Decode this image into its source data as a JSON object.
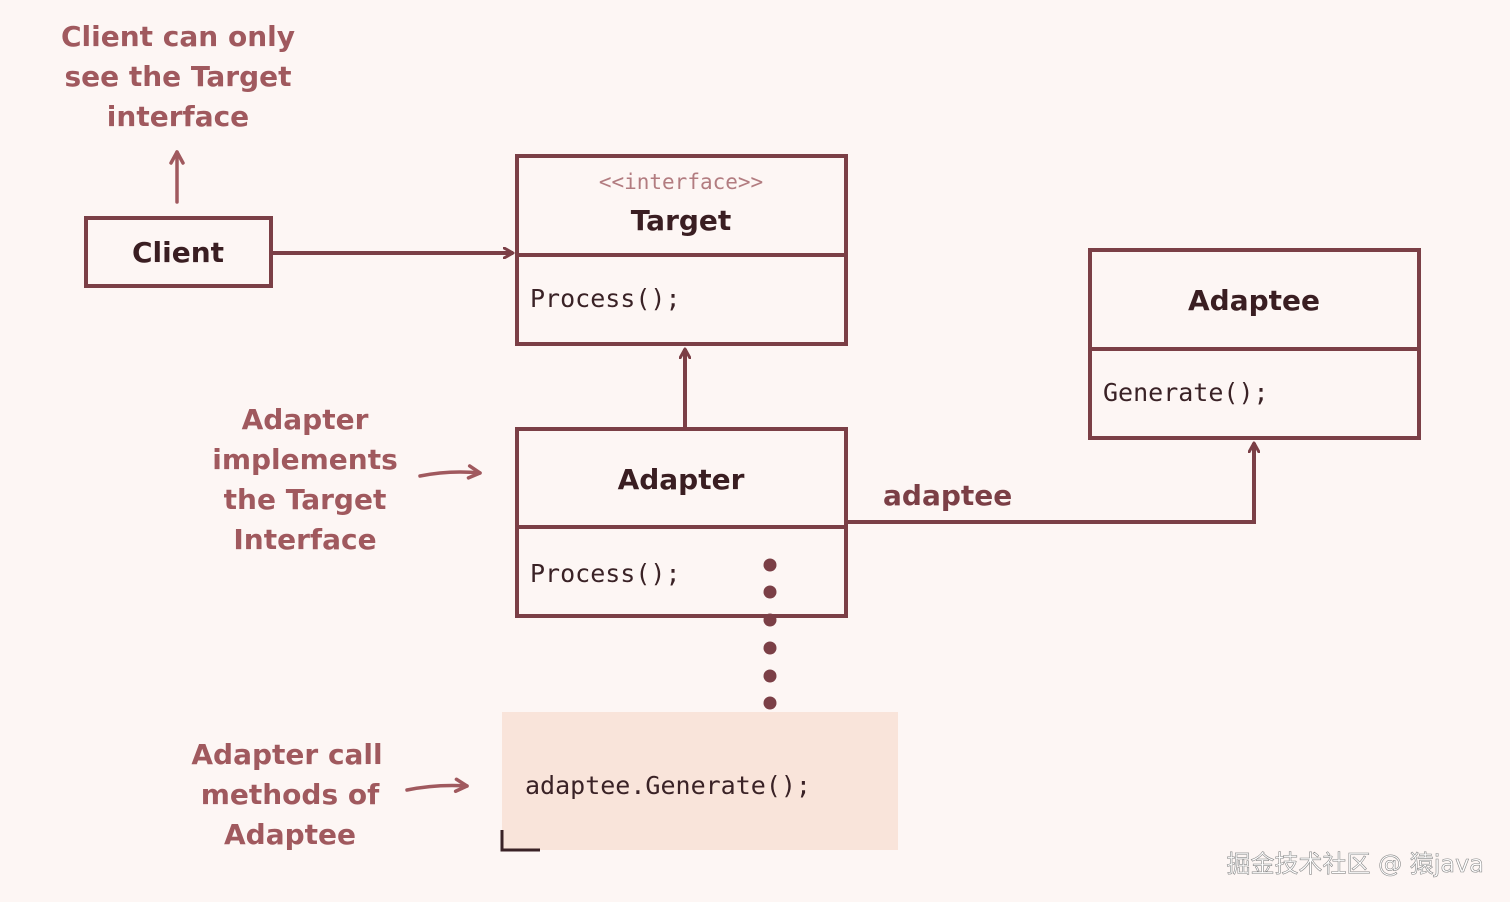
{
  "notes": {
    "client_visibility": [
      "Client can only",
      "see the Target",
      "interface"
    ],
    "adapter_implements": [
      "Adapter",
      "implements",
      "the Target",
      "Interface"
    ],
    "adapter_calls": [
      "Adapter call",
      "methods of",
      "Adaptee"
    ]
  },
  "boxes": {
    "client": {
      "title": "Client"
    },
    "target": {
      "stereotype": "<<interface>>",
      "title": "Target",
      "method": "Process();"
    },
    "adapter": {
      "title": "Adapter",
      "method": "Process();"
    },
    "adaptee": {
      "title": "Adaptee",
      "method": "Generate();"
    }
  },
  "edges": {
    "adapter_to_adaptee_label": "adaptee"
  },
  "code_note": {
    "text": "adaptee.Generate();"
  },
  "watermark": "掘金技术社区 @ 猿java",
  "colors": {
    "background": "#fdf6f4",
    "box_stroke": "#7b3f46",
    "note_text": "#a0595e",
    "code_note_fill": "#f9e4da"
  }
}
